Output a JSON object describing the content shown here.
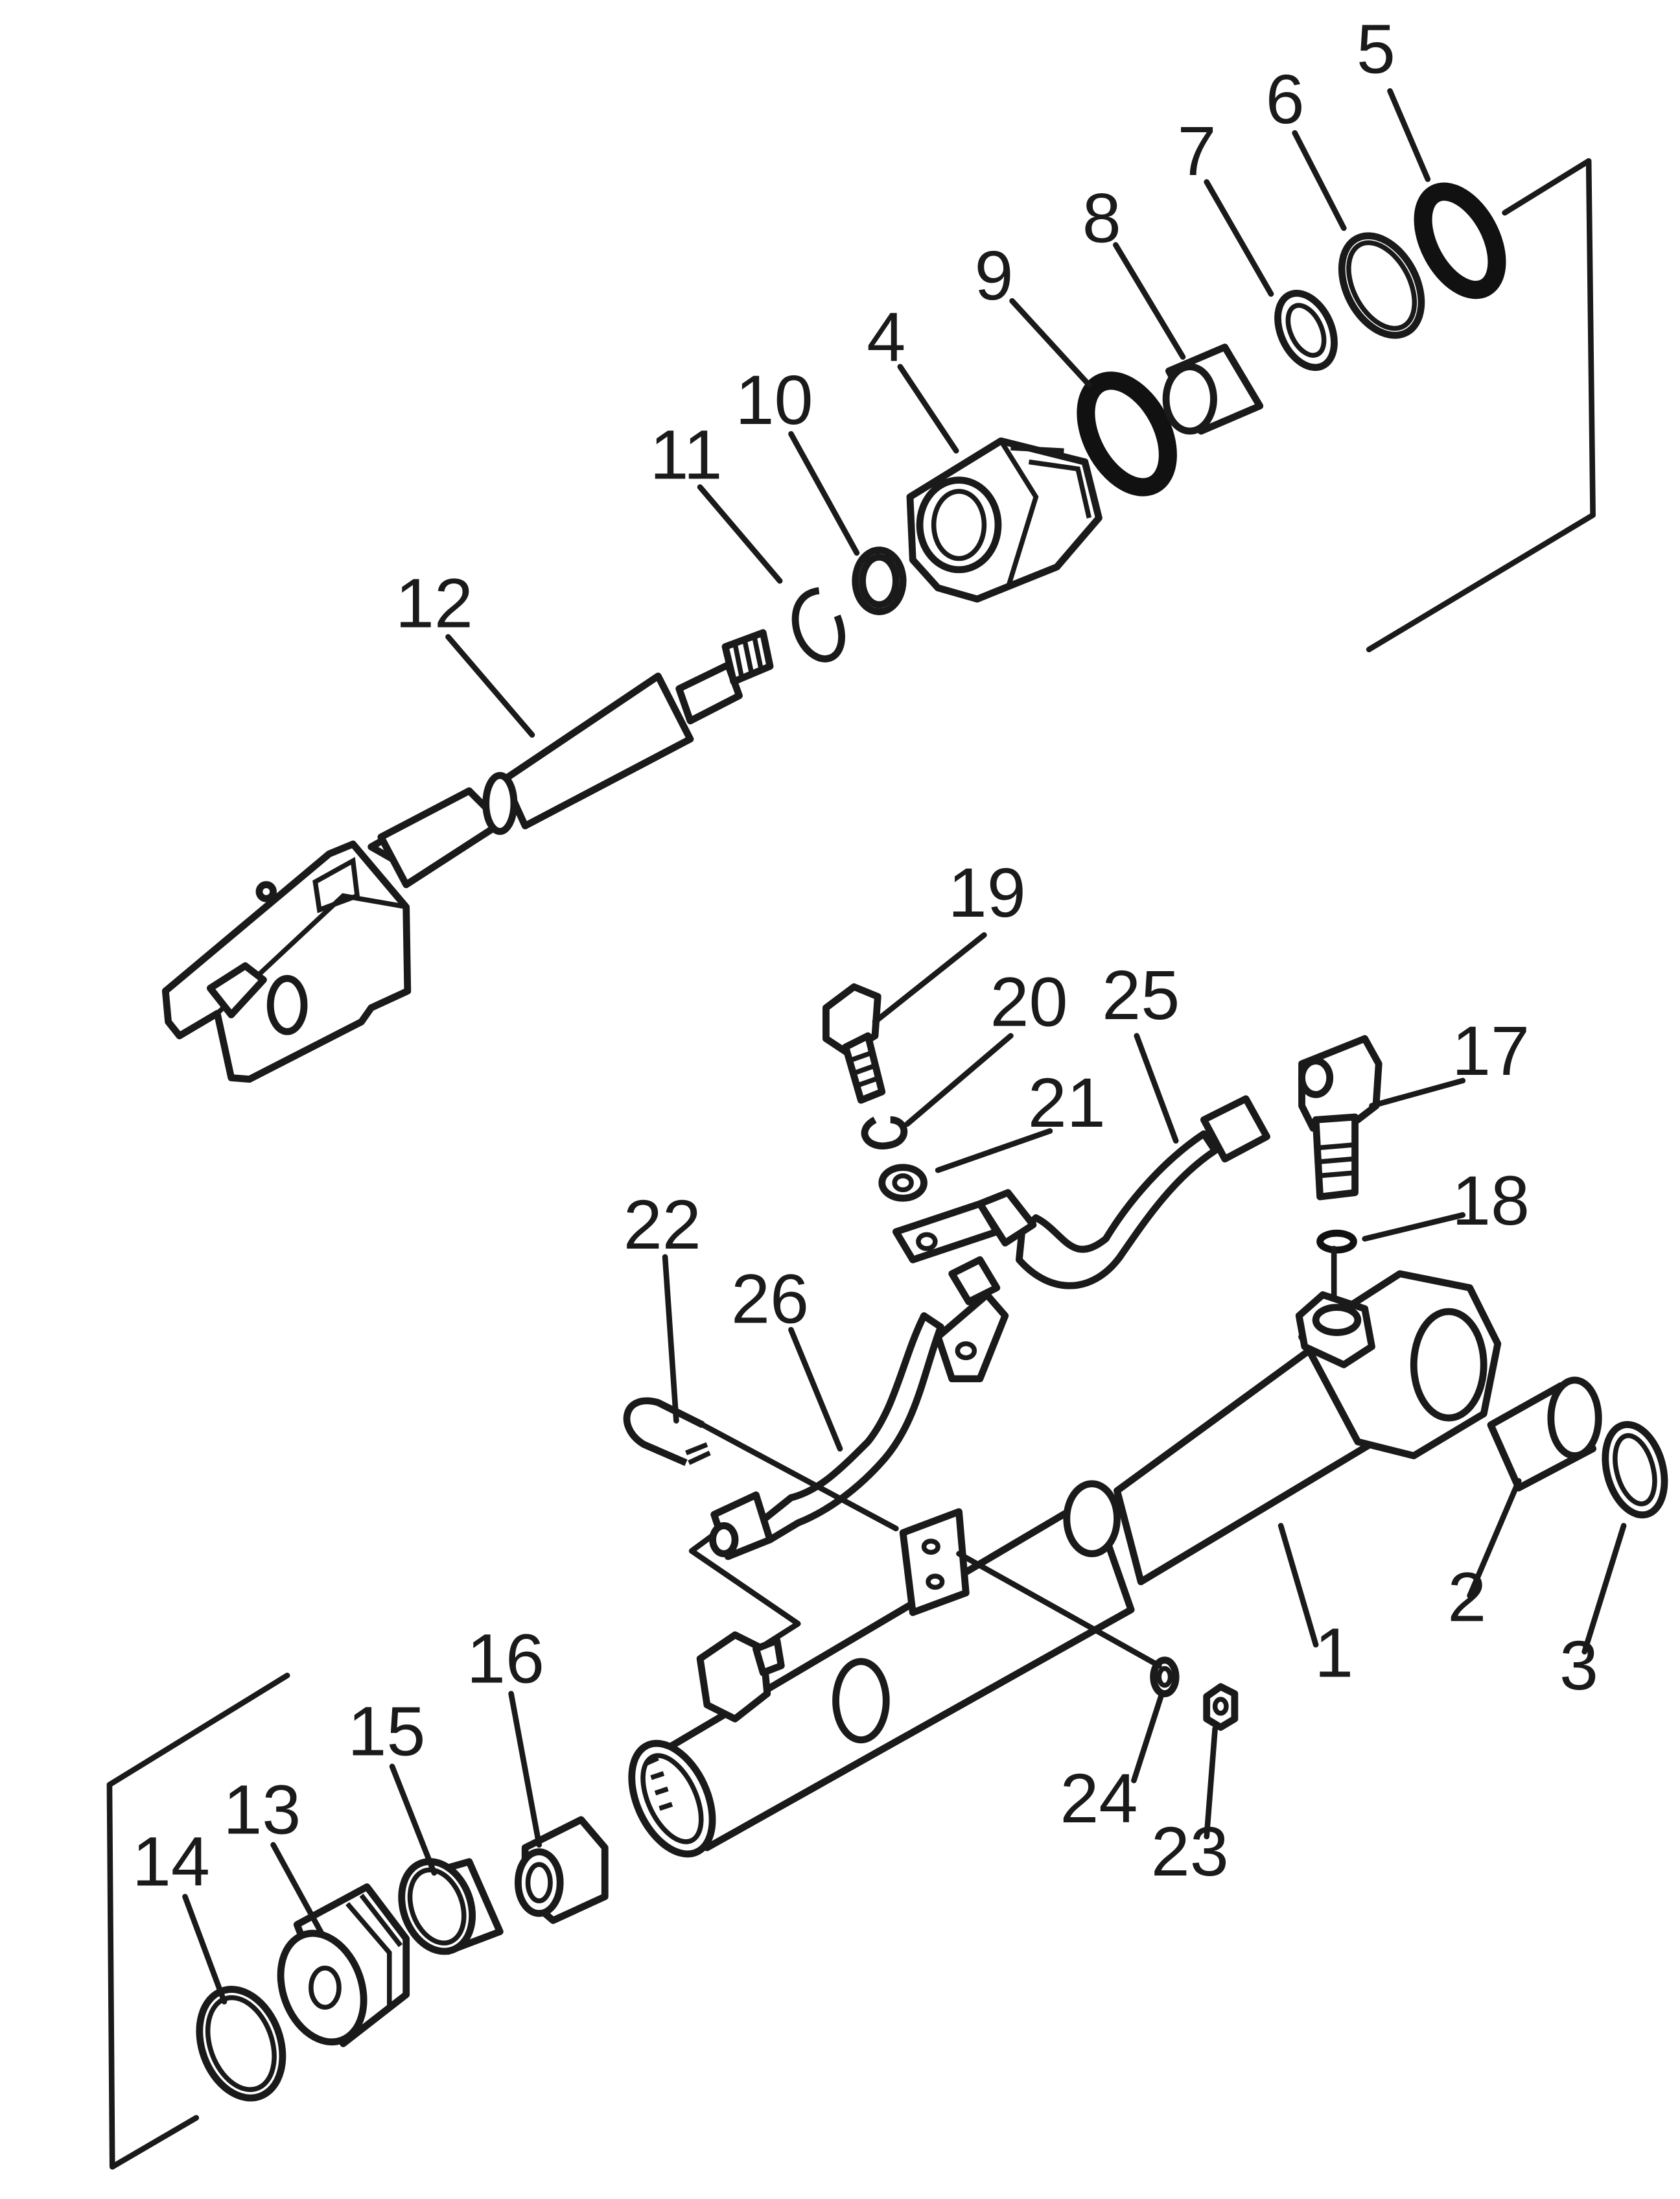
{
  "diagram": {
    "type": "exploded parts drawing",
    "colors": {
      "ink": "#1a1a1a",
      "background": "#ffffff"
    },
    "callouts": [
      "1",
      "2",
      "3",
      "4",
      "5",
      "6",
      "7",
      "8",
      "9",
      "10",
      "11",
      "12",
      "13",
      "14",
      "15",
      "16",
      "17",
      "18",
      "19",
      "20",
      "21",
      "22",
      "23",
      "24",
      "25",
      "26"
    ]
  }
}
